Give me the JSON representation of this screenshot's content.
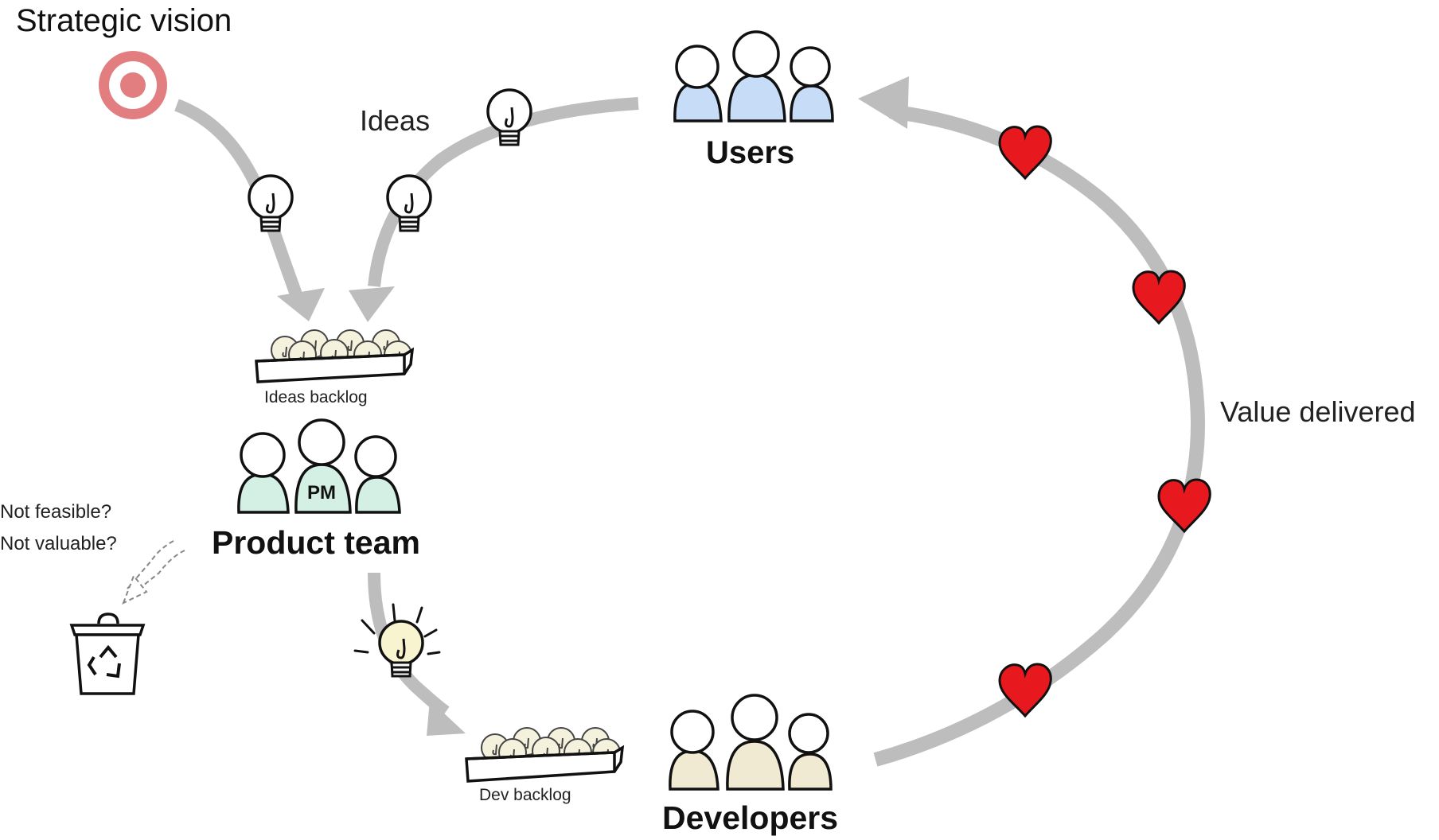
{
  "labels": {
    "strategic_vision": "Strategic vision",
    "ideas": "Ideas",
    "users": "Users",
    "ideas_backlog": "Ideas backlog",
    "pm_badge": "PM",
    "product_team": "Product team",
    "not_feasible": "Not feasible?",
    "not_valuable": "Not valuable?",
    "value_delivered": "Value delivered",
    "dev_backlog": "Dev backlog",
    "developers": "Developers"
  },
  "colors": {
    "arrow": "#bdbdbd",
    "target": "#e27d80",
    "users": "#c6dcf7",
    "product_team": "#d4efe3",
    "developers": "#f1ead2",
    "heart": "#e8191e",
    "bulb_lit": "#f7f4cf"
  },
  "icons": [
    "target-icon",
    "lightbulb-icon",
    "backlog-box-icon",
    "heart-icon",
    "trash-can-icon",
    "recycle-icon",
    "people-group-icon"
  ]
}
